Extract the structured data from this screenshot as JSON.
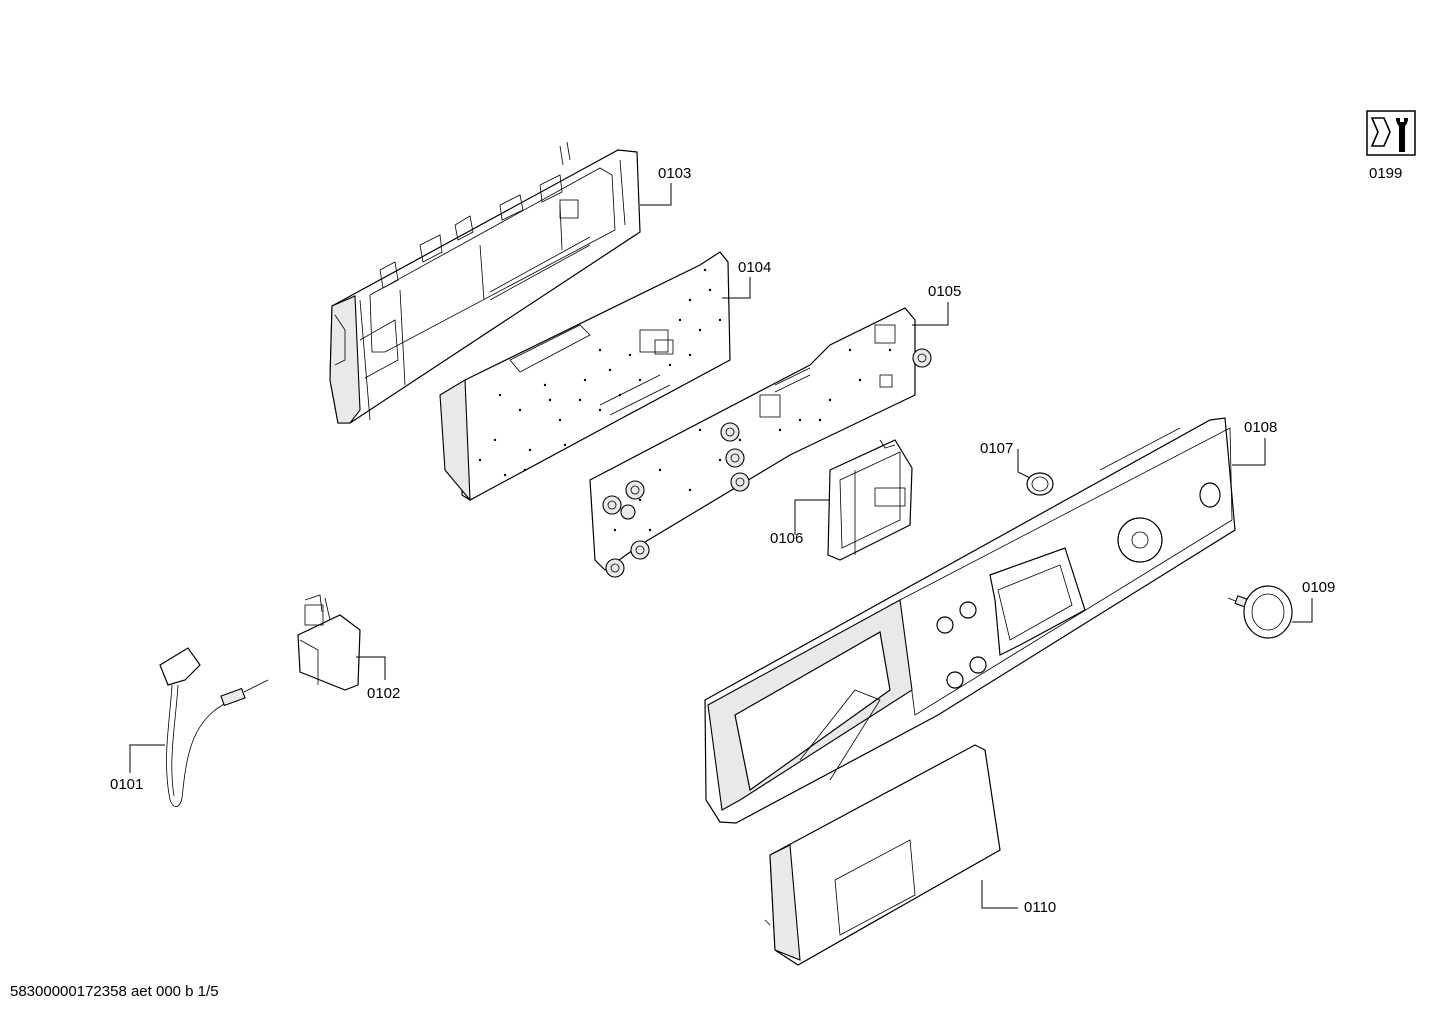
{
  "parts": [
    {
      "id": "0101",
      "name": "power-cord"
    },
    {
      "id": "0102",
      "name": "interference-filter"
    },
    {
      "id": "0103",
      "name": "electronics-housing"
    },
    {
      "id": "0104",
      "name": "power-module-board"
    },
    {
      "id": "0105",
      "name": "control-module-board"
    },
    {
      "id": "0106",
      "name": "display-module"
    },
    {
      "id": "0107",
      "name": "push-button"
    },
    {
      "id": "0108",
      "name": "facia-panel"
    },
    {
      "id": "0109",
      "name": "programme-selector-knob"
    },
    {
      "id": "0110",
      "name": "dispenser-handle"
    },
    {
      "id": "0199",
      "name": "service-tool-icon"
    }
  ],
  "labels": {
    "p0101": "0101",
    "p0102": "0102",
    "p0103": "0103",
    "p0104": "0104",
    "p0105": "0105",
    "p0106": "0106",
    "p0107": "0107",
    "p0108": "0108",
    "p0109": "0109",
    "p0110": "0110",
    "p0199": "0199"
  },
  "footer": {
    "code": "58300000172358 aet 000 b 1/5"
  }
}
